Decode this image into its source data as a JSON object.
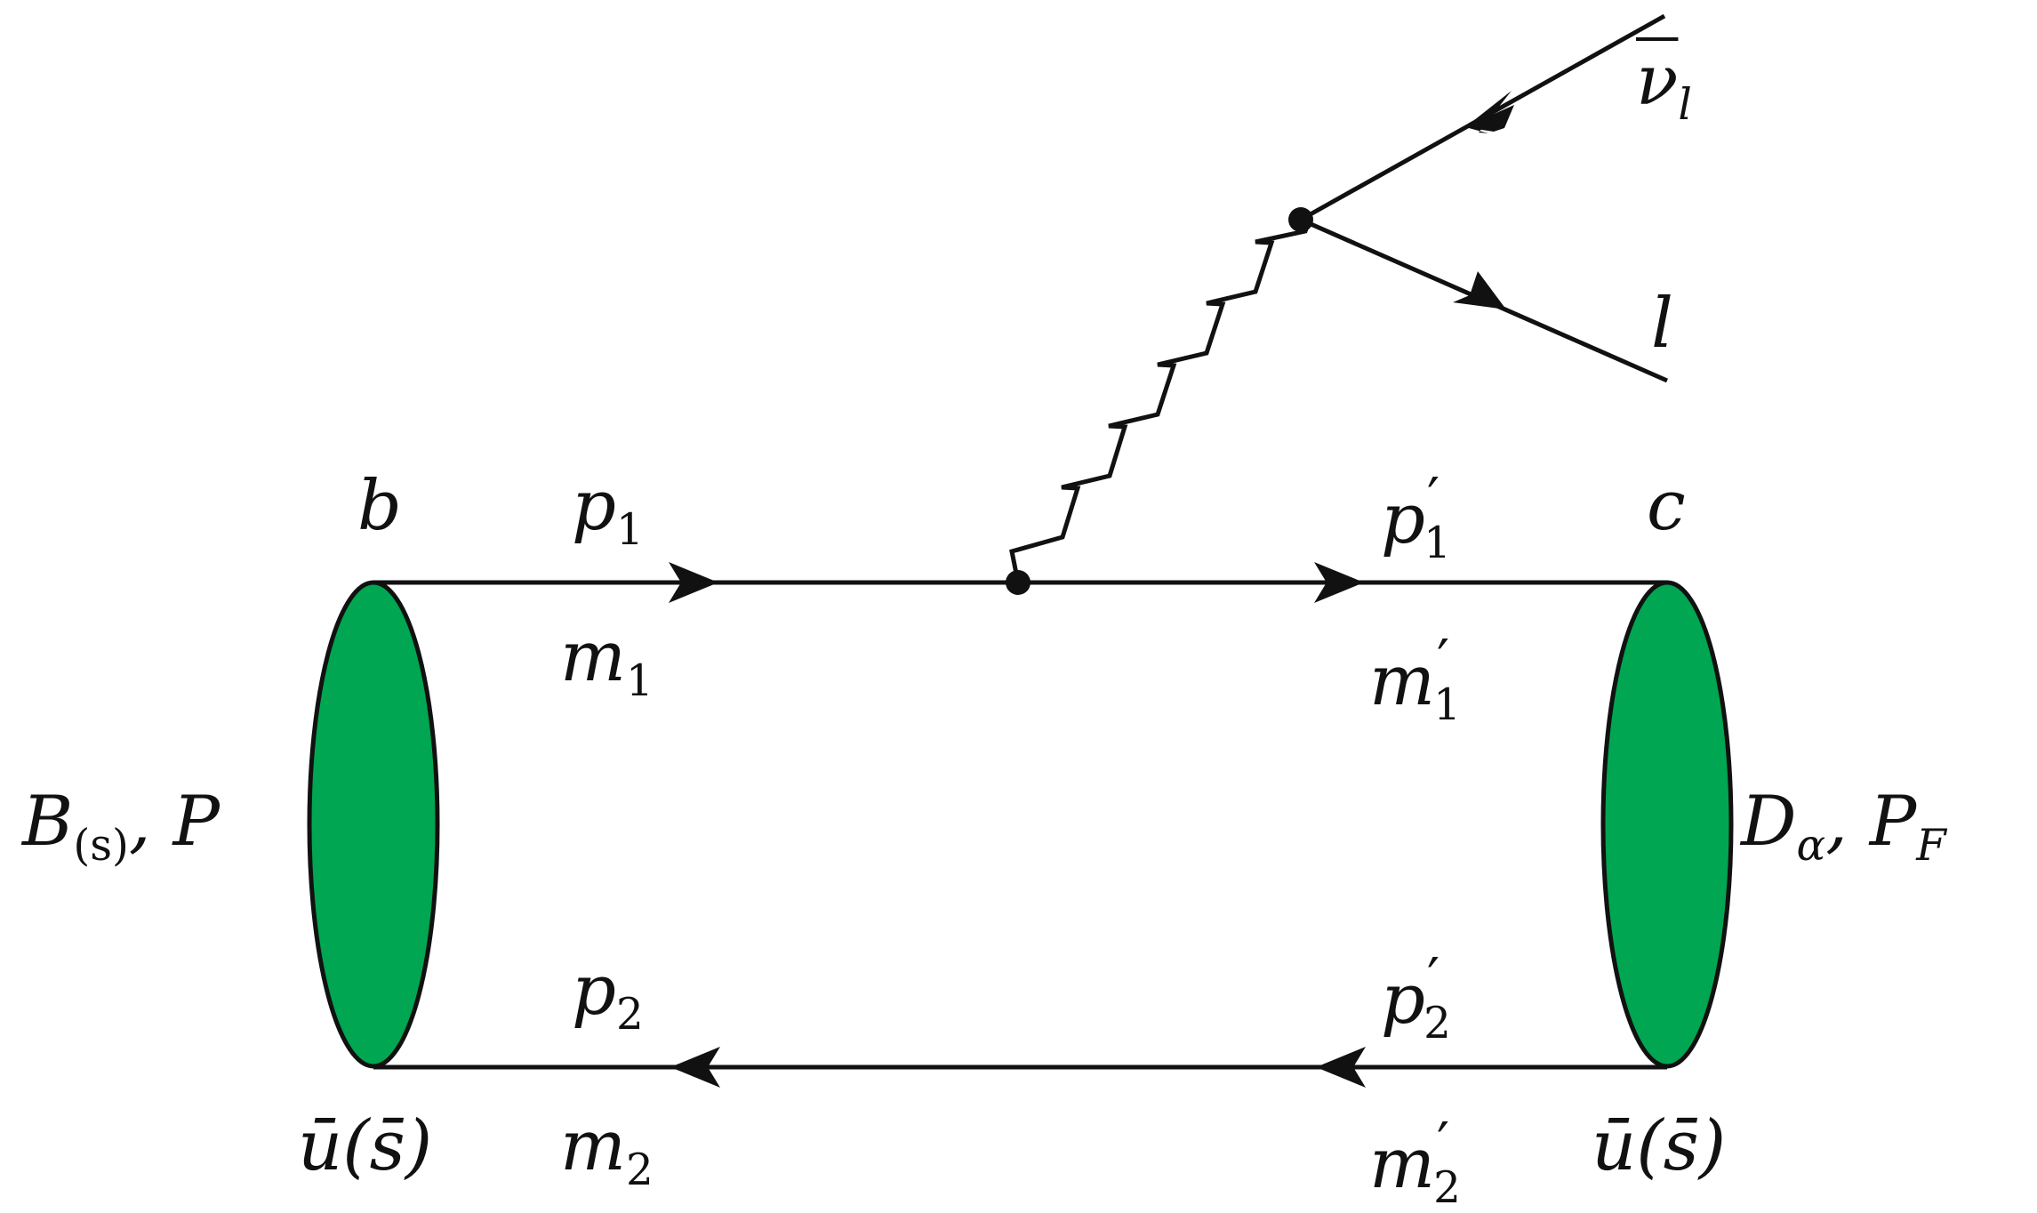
{
  "colors": {
    "blob_fill": "#00a651",
    "stroke": "#111111",
    "background": "#ffffff"
  },
  "labels": {
    "top_left_quark": "b",
    "top_right_quark": "c",
    "bottom_left_quark": "ū(s̄)",
    "bottom_right_quark": "ū(s̄)",
    "initial_meson_main": "B",
    "initial_meson_sub": "(s)",
    "initial_meson_suffix": ", P",
    "final_meson_main": "D",
    "final_meson_sub": "α",
    "final_meson_suffix": ", P",
    "final_meson_suffix_sub": "F",
    "p1_main": "p",
    "p1_sub": "1",
    "p1p_main": "p",
    "p1p_sub": "1",
    "m1_main": "m",
    "m1_sub": "1",
    "m1p_main": "m",
    "m1p_sub": "1",
    "p2_main": "p",
    "p2_sub": "2",
    "p2p_main": "p",
    "p2p_sub": "2",
    "m2_main": "m",
    "m2_sub": "2",
    "m2p_main": "m",
    "m2p_sub": "2",
    "neutrino_main": "ν",
    "neutrino_sub": "l",
    "lepton": "l",
    "prime": "′"
  }
}
